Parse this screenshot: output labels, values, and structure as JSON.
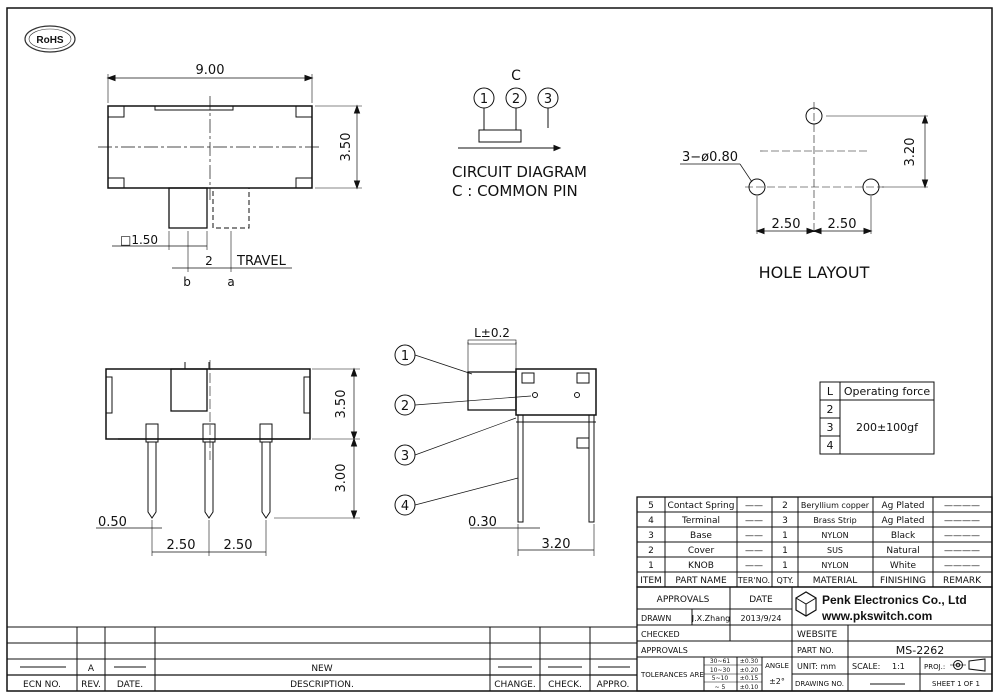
{
  "rohs_logo": {
    "text": "RoHS"
  },
  "top_view": {
    "width_dim": "9.00",
    "height_dim": "3.50",
    "knob_dim": "□1.50",
    "travel_value": "2",
    "travel_label": "TRAVEL",
    "pos_b": "b",
    "pos_a": "a"
  },
  "circuit": {
    "common_label": "C",
    "pins": [
      "1",
      "2",
      "3"
    ],
    "title_line1": "CIRCUIT DIAGRAM",
    "title_line2": "C : COMMON PIN"
  },
  "hole_layout": {
    "hole_callout": "3−ø0.80",
    "vertical_dim": "3.20",
    "pitch_left": "2.50",
    "pitch_right": "2.50",
    "title": "HOLE LAYOUT"
  },
  "front_view": {
    "height_dim": "3.50",
    "pin_dim": "3.00",
    "pin_width": "0.50",
    "pitch_left": "2.50",
    "pitch_right": "2.50"
  },
  "side_view": {
    "tolerance": "L±0.2",
    "pin_thickness": "0.30",
    "depth_dim": "3.20",
    "callouts": [
      "1",
      "2",
      "3",
      "4"
    ]
  },
  "force_table": {
    "col_l": "L",
    "col_force": "Operating force",
    "rows": [
      "2",
      "3",
      "4"
    ],
    "value": "200±100gf"
  },
  "bom": {
    "rows": [
      {
        "item": "5",
        "name": "Contact Spring",
        "ter": "——",
        "qty": "2",
        "material": "Beryllium copper",
        "finish": "Ag Plated",
        "remark": "————"
      },
      {
        "item": "4",
        "name": "Terminal",
        "ter": "——",
        "qty": "3",
        "material": "Brass Strip",
        "finish": "Ag Plated",
        "remark": "————"
      },
      {
        "item": "3",
        "name": "Base",
        "ter": "——",
        "qty": "1",
        "material": "NYLON",
        "finish": "Black",
        "remark": "————"
      },
      {
        "item": "2",
        "name": "Cover",
        "ter": "——",
        "qty": "1",
        "material": "SUS",
        "finish": "Natural",
        "remark": "————"
      },
      {
        "item": "1",
        "name": "KNOB",
        "ter": "——",
        "qty": "1",
        "material": "NYLON",
        "finish": "White",
        "remark": "————"
      }
    ],
    "headers": [
      "ITEM",
      "PART NAME",
      "TER'NO.",
      "QTY.",
      "MATERIAL",
      "FINISHING",
      "REMARK"
    ]
  },
  "title_block": {
    "approvals_label": "APPROVALS",
    "date_label": "DATE",
    "company": "Penk Electronics Co., Ltd",
    "website_url": "www.pkswitch.com",
    "drawn_label": "DRAWN",
    "drawn_name": "J.X.Zhang",
    "drawn_date": "2013/9/24",
    "checked_label": "CHECKED",
    "website_label": "WEBSITE",
    "approvals2_label": "APPROVALS",
    "part_no_label": "PART NO.",
    "part_no": "MS-2262",
    "tolerances_label": "TOLERANCES ARE",
    "tol_ranges": [
      "30~61",
      "10~30",
      "5~10",
      "~ 5"
    ],
    "tol_values": [
      "±0.30",
      "±0.20",
      "±0.15",
      "±0.10"
    ],
    "angle_label": "ANGLE",
    "angle_value": "±2°",
    "unit_label": "UNIT: mm",
    "scale_label": "SCALE:",
    "scale_value": "1:1",
    "proj_label": "PROJ.:",
    "drawing_no_label": "DRAWING NO.",
    "sheet_label": "SHEET  1  OF  1"
  },
  "revision_block": {
    "rev_value": "A",
    "description": "NEW",
    "headers": [
      "ECN NO.",
      "REV.",
      "DATE.",
      "DESCRIPTION.",
      "CHANGE.",
      "CHECK.",
      "APPRO."
    ]
  }
}
